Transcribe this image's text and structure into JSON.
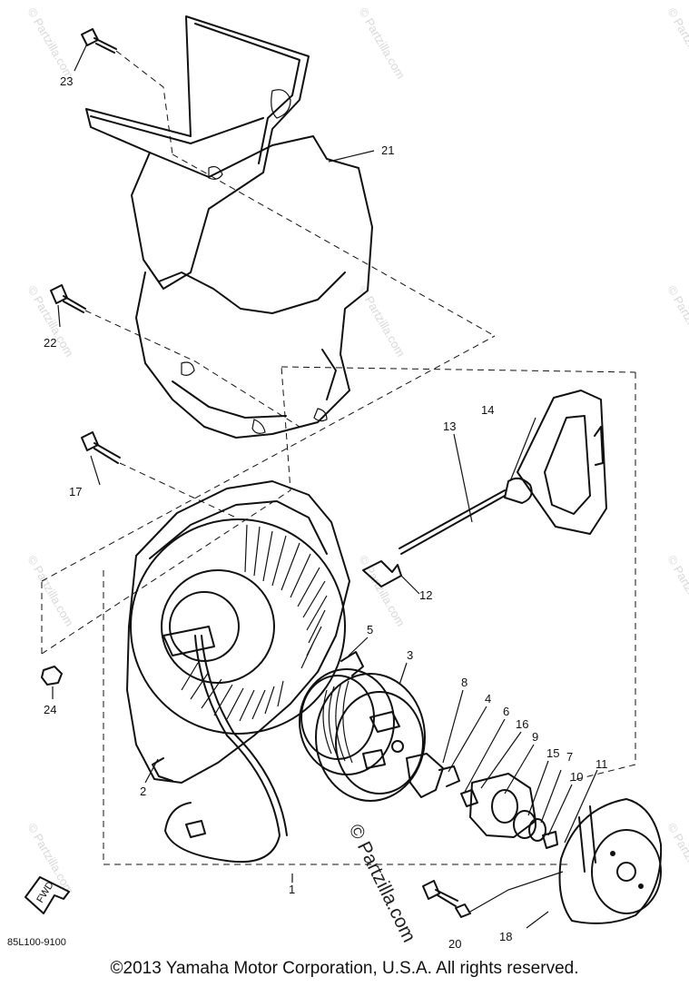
{
  "watermark": {
    "text": "© Partzilla.com",
    "main_text": "© Partzilla.com"
  },
  "diagram_code": "85L100-9100",
  "fwd_label": "FWD",
  "copyright": "©2013 Yamaha Motor Corporation, U.S.A. All rights reserved.",
  "callouts": [
    "23",
    "21",
    "22",
    "14",
    "13",
    "17",
    "12",
    "5",
    "3",
    "8",
    "4",
    "6",
    "16",
    "9",
    "24",
    "15",
    "7",
    "10",
    "11",
    "2",
    "1",
    "20",
    "18"
  ]
}
